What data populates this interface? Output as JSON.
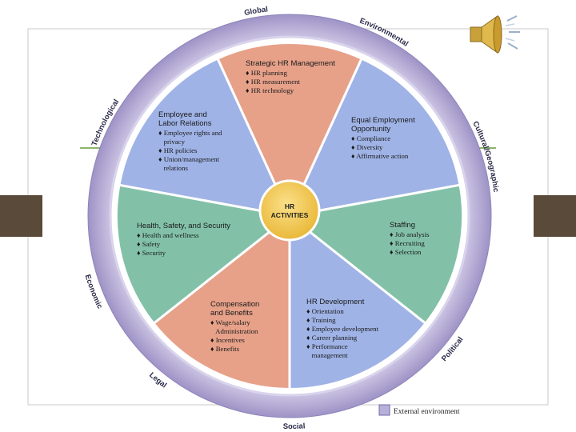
{
  "center": {
    "line1": "HR",
    "line2": "ACTIVITIES"
  },
  "ring_labels": {
    "global": "Global",
    "environmental": "Environmental",
    "cultural": "Cultural/Geographic",
    "political": "Political",
    "social": "Social",
    "legal": "Legal",
    "economic": "Economic",
    "technological": "Technological"
  },
  "segments": [
    {
      "title": [
        "Strategic HR Management"
      ],
      "items": [
        "♦ HR planning",
        "♦ HR measurement",
        "♦ HR technology"
      ]
    },
    {
      "title": [
        "Equal Employment",
        "Opportunity"
      ],
      "items": [
        "♦ Compliance",
        "♦ Diversity",
        "♦ Affirmative action"
      ]
    },
    {
      "title": [
        "Staffing"
      ],
      "items": [
        "♦ Job analysis",
        "♦ Recruiting",
        "♦ Selection"
      ]
    },
    {
      "title": [
        "HR Development"
      ],
      "items": [
        "♦ Orientation",
        "♦ Training",
        "♦ Employee development",
        "♦ Career planning",
        "♦ Performance",
        "   management"
      ]
    },
    {
      "title": [
        "Compensation",
        "and Benefits"
      ],
      "items": [
        "♦ Wage/salary",
        "   Administration",
        "♦ Incentives",
        "♦ Benefits"
      ]
    },
    {
      "title": [
        "Health, Safety, and Security"
      ],
      "items": [
        "♦ Health and wellness",
        "♦ Safety",
        "♦ Security"
      ]
    },
    {
      "title": [
        "Employee and",
        "Labor Relations"
      ],
      "items": [
        "♦ Employee rights and",
        "   privacy",
        "♦ HR policies",
        "♦ Union/management",
        "   relations"
      ]
    }
  ],
  "legend": {
    "label": "External environment"
  },
  "colors": {
    "salmon": "#e7a189",
    "blue": "#9fb3e6",
    "green": "#82c1a8",
    "ring": "#bfb6da",
    "center": "#f6c94e",
    "frame": "#8db56b"
  },
  "icons": {
    "speaker": "speaker-icon"
  }
}
